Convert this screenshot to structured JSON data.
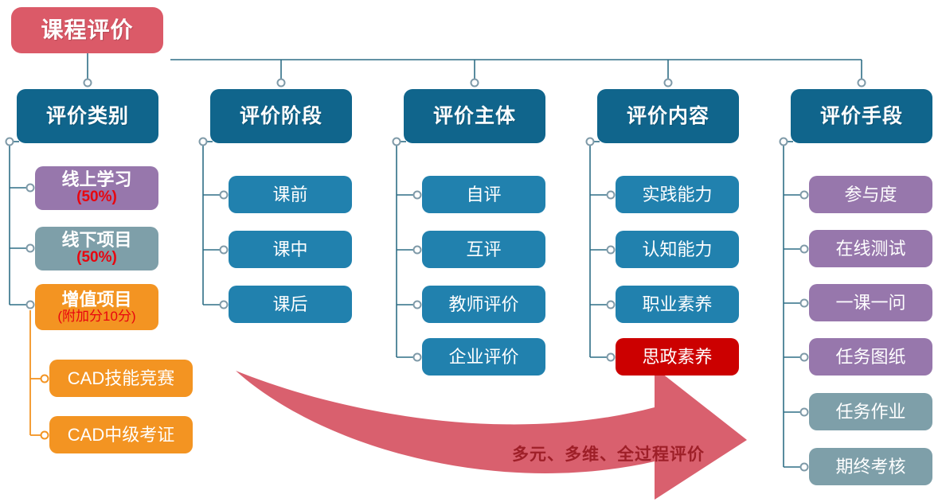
{
  "diagram": {
    "title": "课程评价",
    "arrow_label": "多元、多维、全过程评价",
    "colors": {
      "title_box": "#db5a68",
      "header_box": "#10658c",
      "item_blue": "#2181ae",
      "item_purple": "#9777ac",
      "item_gray": "#7e9fa9",
      "item_orange": "#f39422",
      "item_red": "#cc0000",
      "connector": "#2e6e86",
      "connector_orange": "#f39422",
      "accent_text_red": "#e8050f",
      "arrow": "#d9606e",
      "arrow_text": "#9e1f28"
    },
    "columns": [
      {
        "header": "评价类别",
        "items": [
          {
            "label": "线上学习",
            "sub": "(50%)",
            "style": "purple"
          },
          {
            "label": "线下项目",
            "sub": "(50%)",
            "style": "gray"
          },
          {
            "label": "增值项目",
            "sub": "(附加分10分)",
            "style": "orange"
          }
        ],
        "subitems": [
          {
            "label": "CAD技能竞赛",
            "style": "orange"
          },
          {
            "label": "CAD中级考证",
            "style": "orange"
          }
        ]
      },
      {
        "header": "评价阶段",
        "items": [
          {
            "label": "课前",
            "style": "blue"
          },
          {
            "label": "课中",
            "style": "blue"
          },
          {
            "label": "课后",
            "style": "blue"
          }
        ],
        "subitems": []
      },
      {
        "header": "评价主体",
        "items": [
          {
            "label": "自评",
            "style": "blue"
          },
          {
            "label": "互评",
            "style": "blue"
          },
          {
            "label": "教师评价",
            "style": "blue"
          },
          {
            "label": "企业评价",
            "style": "blue"
          }
        ],
        "subitems": []
      },
      {
        "header": "评价内容",
        "items": [
          {
            "label": "实践能力",
            "style": "blue"
          },
          {
            "label": "认知能力",
            "style": "blue"
          },
          {
            "label": "职业素养",
            "style": "blue"
          },
          {
            "label": "思政素养",
            "style": "red"
          }
        ],
        "subitems": []
      },
      {
        "header": "评价手段",
        "items": [
          {
            "label": "参与度",
            "style": "purple"
          },
          {
            "label": "在线测试",
            "style": "purple"
          },
          {
            "label": "一课一问",
            "style": "purple"
          },
          {
            "label": "任务图纸",
            "style": "purple"
          },
          {
            "label": "任务作业",
            "style": "gray"
          },
          {
            "label": "期终考核",
            "style": "gray"
          }
        ],
        "subitems": []
      }
    ]
  }
}
